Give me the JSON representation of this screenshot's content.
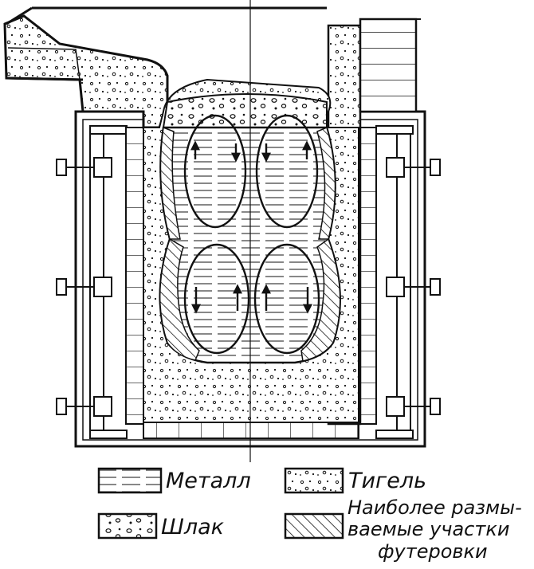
{
  "legend": {
    "metal": "Металл",
    "crucible": "Тигель",
    "slag": "Шлак",
    "eroded_line1": "Наиболее размы-",
    "eroded_line2": "ваемые участки",
    "eroded_line3": "футеровки"
  },
  "colors": {
    "ink": "#111111",
    "paper": "#ffffff"
  },
  "icons": [
    "flow-arrow-icon",
    "bolt-icon",
    "clamp-icon"
  ]
}
